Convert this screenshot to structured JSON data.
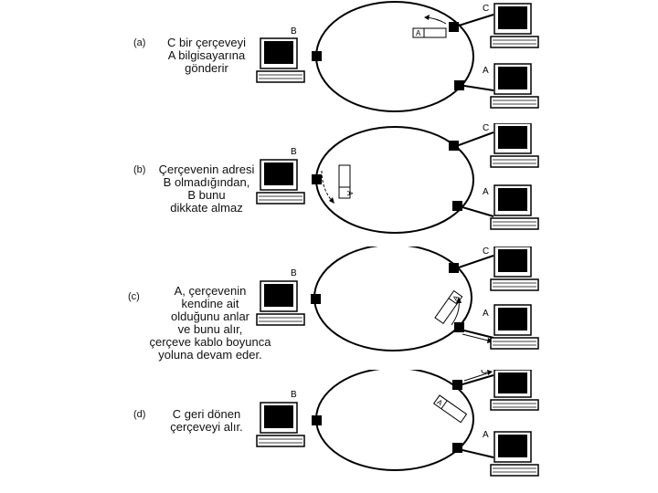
{
  "labels": {
    "a": "A",
    "b": "B",
    "c": "C"
  },
  "frame_label": "A",
  "panels": [
    {
      "tag": "(a)",
      "lines": [
        "C bir çerçeveyi",
        "A bilgisayarına",
        "gönderir"
      ]
    },
    {
      "tag": "(b)",
      "lines": [
        "Çerçevenin adresi",
        "B olmadığından,",
        "B bunu",
        "dikkate almaz"
      ]
    },
    {
      "tag": "(c)",
      "lines": [
        "A, çerçevenin",
        "kendine ait",
        "olduğunu anlar",
        "ve bunu alır,",
        "çerçeve kablo boyunca",
        "yoluna devam eder."
      ]
    },
    {
      "tag": "(d)",
      "lines": [
        "C geri dönen",
        "çerçeveyi alır."
      ]
    }
  ]
}
